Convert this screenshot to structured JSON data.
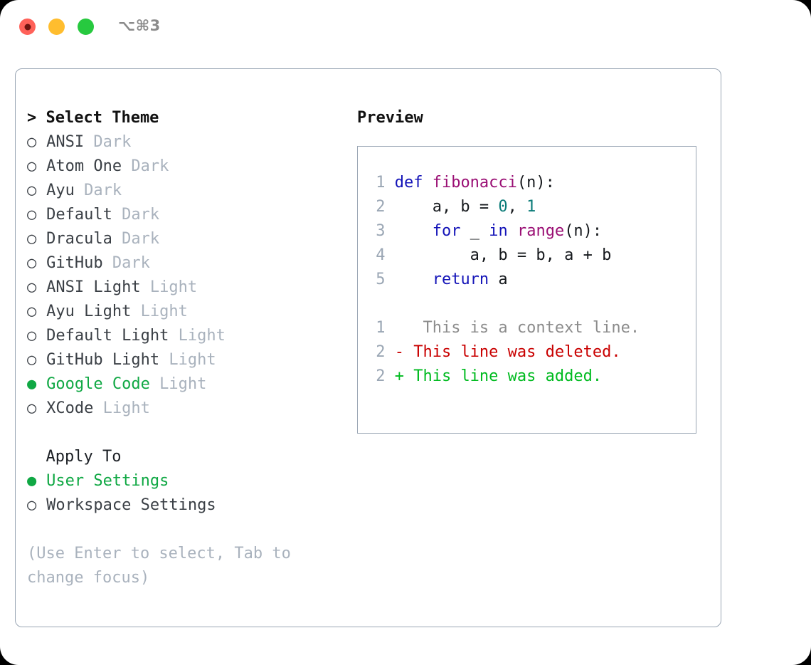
{
  "titlebar": {
    "shortcut": "⌥⌘3",
    "buttons": [
      {
        "name": "close",
        "label": "close"
      },
      {
        "name": "minimize",
        "label": "minimize"
      },
      {
        "name": "zoom",
        "label": "zoom"
      }
    ]
  },
  "colors": {
    "accent_green": "#10a844",
    "border": "#9aa6b4",
    "muted": "#a9b2bd",
    "keyword": "#1414b8",
    "function": "#9a0f74",
    "number": "#0a7b78",
    "diff_deleted": "#c90000",
    "diff_added": "#00bb20",
    "context": "#8c8c8c",
    "traffic_red": "#ff6159",
    "traffic_yellow": "#ffbd2e",
    "traffic_green": "#27c93f"
  },
  "theme_picker": {
    "title": "> Select Theme",
    "title_prefix": ">",
    "title_text": "Select Theme",
    "markers": {
      "selected": "●",
      "unselected": "○"
    },
    "options": [
      {
        "label": "ANSI",
        "tag": "Dark",
        "selected": false
      },
      {
        "label": "Atom One",
        "tag": "Dark",
        "selected": false
      },
      {
        "label": "Ayu",
        "tag": "Dark",
        "selected": false
      },
      {
        "label": "Default",
        "tag": "Dark",
        "selected": false
      },
      {
        "label": "Dracula",
        "tag": "Dark",
        "selected": false
      },
      {
        "label": "GitHub",
        "tag": "Dark",
        "selected": false
      },
      {
        "label": "ANSI Light",
        "tag": "Light",
        "selected": false
      },
      {
        "label": "Ayu Light",
        "tag": "Light",
        "selected": false
      },
      {
        "label": "Default Light",
        "tag": "Light",
        "selected": false
      },
      {
        "label": "GitHub Light",
        "tag": "Light",
        "selected": false
      },
      {
        "label": "Google Code",
        "tag": "Light",
        "selected": true
      },
      {
        "label": "XCode",
        "tag": "Light",
        "selected": false
      }
    ]
  },
  "apply_to": {
    "title": "Apply To",
    "options": [
      {
        "label": "User Settings",
        "selected": true
      },
      {
        "label": "Workspace Settings",
        "selected": false
      }
    ]
  },
  "footer": {
    "hint": "(Use Enter to select, Tab to change focus)"
  },
  "preview": {
    "title": "Preview",
    "code_lines": [
      {
        "num": "1",
        "tokens": [
          {
            "t": "def ",
            "k": "keyword"
          },
          {
            "t": "fibonacci",
            "k": "func"
          },
          {
            "t": "(n):",
            "k": "plain"
          }
        ]
      },
      {
        "num": "2",
        "tokens": [
          {
            "t": "    a, b = ",
            "k": "plain"
          },
          {
            "t": "0",
            "k": "number"
          },
          {
            "t": ", ",
            "k": "plain"
          },
          {
            "t": "1",
            "k": "number"
          }
        ]
      },
      {
        "num": "3",
        "tokens": [
          {
            "t": "    ",
            "k": "plain"
          },
          {
            "t": "for",
            "k": "keyword"
          },
          {
            "t": " _ ",
            "k": "plain"
          },
          {
            "t": "in",
            "k": "keyword"
          },
          {
            "t": " ",
            "k": "plain"
          },
          {
            "t": "range",
            "k": "func"
          },
          {
            "t": "(n):",
            "k": "plain"
          }
        ]
      },
      {
        "num": "4",
        "tokens": [
          {
            "t": "        a, b = b, a + b",
            "k": "plain"
          }
        ]
      },
      {
        "num": "5",
        "tokens": [
          {
            "t": "    ",
            "k": "plain"
          },
          {
            "t": "return",
            "k": "keyword"
          },
          {
            "t": " a",
            "k": "plain"
          }
        ]
      }
    ],
    "diff_lines": [
      {
        "num": "1",
        "marker": " ",
        "text": "  This is a context line.",
        "k": "context"
      },
      {
        "num": "2",
        "marker": "-",
        "text": " This line was deleted.",
        "k": "del"
      },
      {
        "num": "2",
        "marker": "+",
        "text": " This line was added.",
        "k": "add"
      }
    ]
  }
}
